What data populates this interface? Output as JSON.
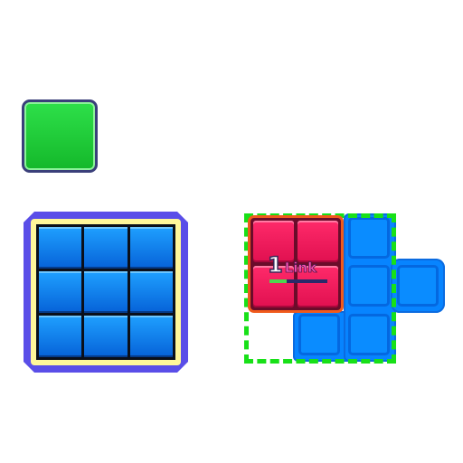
{
  "tiles": {
    "green_tile_color": "#1ed43a",
    "board_cell_color": "#0a7ce8",
    "red_piece_color": "#ff2a6a",
    "blue_piece_color": "#0784ff"
  },
  "board": {
    "rows": 3,
    "cols": 3
  },
  "link": {
    "count": "1",
    "label": "Link",
    "progress": 0.3
  },
  "selection": {
    "color": "#18e018"
  }
}
